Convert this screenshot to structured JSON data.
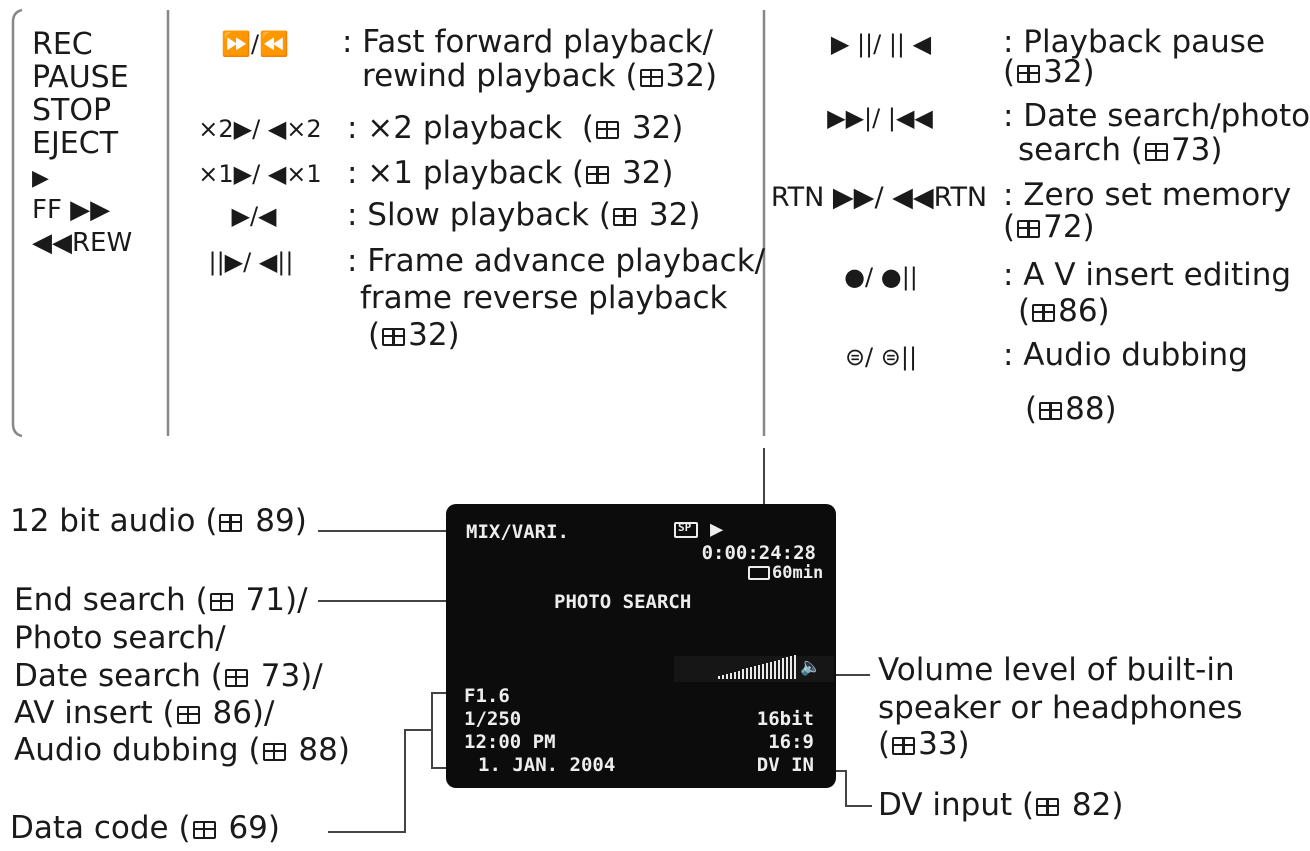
{
  "left_column": {
    "labels": [
      "REC",
      "PAUSE",
      "STOP",
      "EJECT",
      "▶",
      "FF ▶▶",
      "◀◀REW"
    ]
  },
  "middle_column": {
    "items": [
      {
        "symbol": "⏩/⏪",
        "lines": [
          ": Fast forward playback/",
          "rewind playback (",
          "32)"
        ]
      },
      {
        "symbol": "×2▶/ ◀×2",
        "lines": [
          ": ×2 playback  (",
          " 32)"
        ]
      },
      {
        "symbol": "×1▶/ ◀×1",
        "lines": [
          ": ×1 playback (",
          " 32)"
        ]
      },
      {
        "symbol": "▶/◀",
        "lines": [
          ": Slow playback (",
          " 32)"
        ]
      },
      {
        "symbol": "||▶/ ◀||",
        "lines": [
          ": Frame advance playback/",
          "frame reverse playback",
          "(",
          "32)"
        ]
      }
    ]
  },
  "right_column": {
    "items": [
      {
        "symbol": "▶ ||/ || ◀",
        "lines": [
          ": Playback pause",
          "(",
          "32)"
        ]
      },
      {
        "symbol": "▶▶|/ |◀◀",
        "lines": [
          ": Date search/photo",
          "search (",
          "73)"
        ]
      },
      {
        "symbol": "RTN ▶▶/ ◀◀RTN",
        "lines": [
          ": Zero set memory",
          "(",
          "72)"
        ]
      },
      {
        "symbol": "●/ ●||",
        "lines": [
          ": A V insert editing",
          "(",
          "86)"
        ]
      },
      {
        "symbol": "⊜/ ⊜||",
        "lines": [
          ": Audio dubbing",
          "(",
          "88)"
        ]
      }
    ]
  },
  "screen": {
    "mix": "MIX/VARI.",
    "sp": "SP",
    "play": "▶",
    "timecode": "0:00:24:28",
    "tape": "60min",
    "photo_search": "PHOTO SEARCH",
    "aperture": "F1.6",
    "shutter": "1/250",
    "time": "12:00 PM",
    "date": "1. JAN. 2004",
    "bit": "16bit",
    "aspect": "16:9",
    "dvin": "DV IN"
  },
  "callouts": {
    "audio12_a": "12 bit audio (",
    "audio12_b": " 89)",
    "end1_a": "End search (",
    "end1_b": " 71)/",
    "end2": "Photo search/",
    "end3_a": "Date search (",
    "end3_b": " 73)/",
    "end4_a": "AV insert (",
    "end4_b": " 86)/",
    "end5_a": "Audio dubbing (",
    "end5_b": " 88)",
    "datacode_a": "Data code (",
    "datacode_b": " 69)",
    "volume1": "Volume level of built-in",
    "volume2": "speaker or headphones",
    "volume3_a": "(",
    "volume3_b": "33)",
    "dvinput_a": "DV input (",
    "dvinput_b": " 82)"
  }
}
